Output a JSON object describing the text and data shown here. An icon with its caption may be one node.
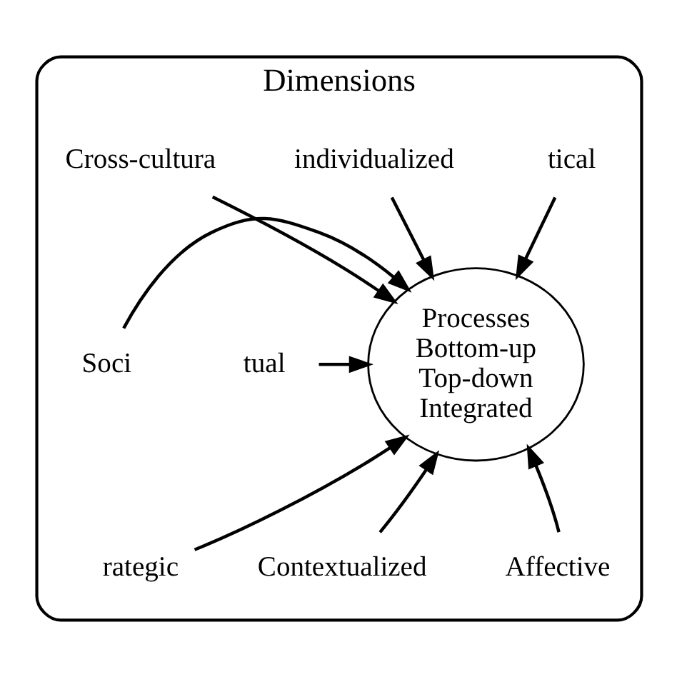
{
  "diagram": {
    "nodes": [
      {
        "text": [
          "Dimensions"
        ]
      },
      {
        "text": [
          "Processes",
          "Bottom-up",
          "Top-down",
          "Integrated"
        ],
        "in": 0
      },
      {
        "text": [
          "individualized"
        ],
        "in": 0
      },
      {
        "text": [
          "Cross-cultura"
        ],
        "in": 0
      },
      {
        "text": [
          "tical"
        ],
        "in": 0
      },
      {
        "text": [
          "tual"
        ],
        "in": 0
      },
      {
        "text": [
          "Soci"
        ],
        "in": 0
      },
      {
        "text": [
          "rategic"
        ],
        "in": 0
      },
      {
        "text": [
          "Affective"
        ],
        "in": 0
      },
      {
        "text": [
          "Contextualized"
        ],
        "in": 0
      }
    ],
    "edges": [
      {
        "from": 2,
        "to": 1,
        "arrow": "to"
      },
      {
        "from": 3,
        "to": 1,
        "arrow": "to"
      },
      {
        "from": 4,
        "to": 1,
        "arrow": "to"
      },
      {
        "from": 5,
        "to": 1,
        "arrow": "to"
      },
      {
        "from": 6,
        "to": 1,
        "arrow": "to"
      },
      {
        "from": 7,
        "to": 1,
        "arrow": "to"
      },
      {
        "from": 8,
        "to": 1,
        "arrow": "to"
      },
      {
        "from": 9,
        "to": 1,
        "arrow": "to"
      }
    ]
  }
}
